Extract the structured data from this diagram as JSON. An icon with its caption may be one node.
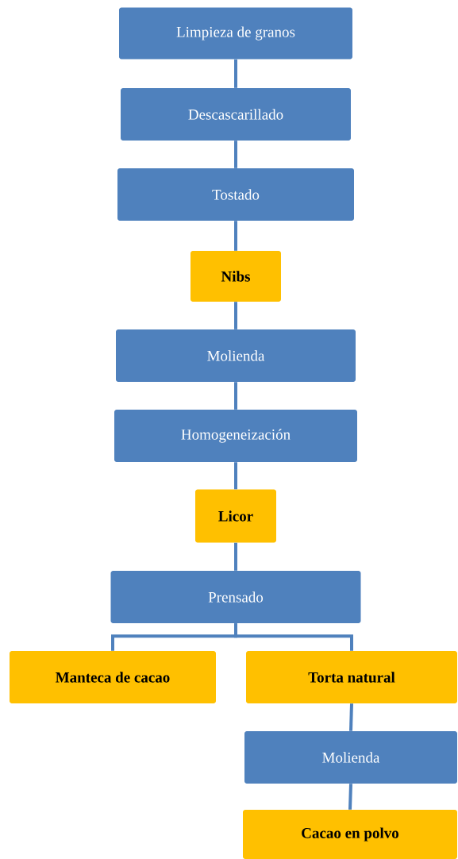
{
  "diagram": {
    "nodes": [
      {
        "text": [
          "Limpieza de granos"
        ]
      },
      {
        "text": [
          "Descascarillado"
        ]
      },
      {
        "text": [
          "Tostado"
        ]
      },
      {
        "text": [
          "Nibs"
        ]
      },
      {
        "text": [
          "Molienda"
        ]
      },
      {
        "text": [
          "Homogeneización"
        ]
      },
      {
        "text": [
          "Licor"
        ]
      },
      {
        "text": [
          "Prensado"
        ]
      },
      {
        "text": [
          "Manteca de cacao"
        ]
      },
      {
        "text": [
          "Torta natural"
        ]
      },
      {
        "text": [
          "Molienda"
        ]
      },
      {
        "text": [
          "Cacao en polvo"
        ]
      }
    ],
    "edges": [
      {
        "from": 0,
        "to": 1,
        "arrow": "none"
      },
      {
        "from": 1,
        "to": 2,
        "arrow": "none"
      },
      {
        "from": 2,
        "to": 3,
        "arrow": "none"
      },
      {
        "from": 3,
        "to": 4,
        "arrow": "none"
      },
      {
        "from": 4,
        "to": 5,
        "arrow": "none"
      },
      {
        "from": 5,
        "to": 6,
        "arrow": "none"
      },
      {
        "from": 6,
        "to": 7,
        "arrow": "none"
      },
      {
        "from": 7,
        "to": 8,
        "arrow": "none"
      },
      {
        "from": 7,
        "to": 9,
        "arrow": "none"
      },
      {
        "from": 9,
        "to": 10,
        "arrow": "none"
      },
      {
        "from": 10,
        "to": 11,
        "arrow": "none"
      }
    ]
  }
}
